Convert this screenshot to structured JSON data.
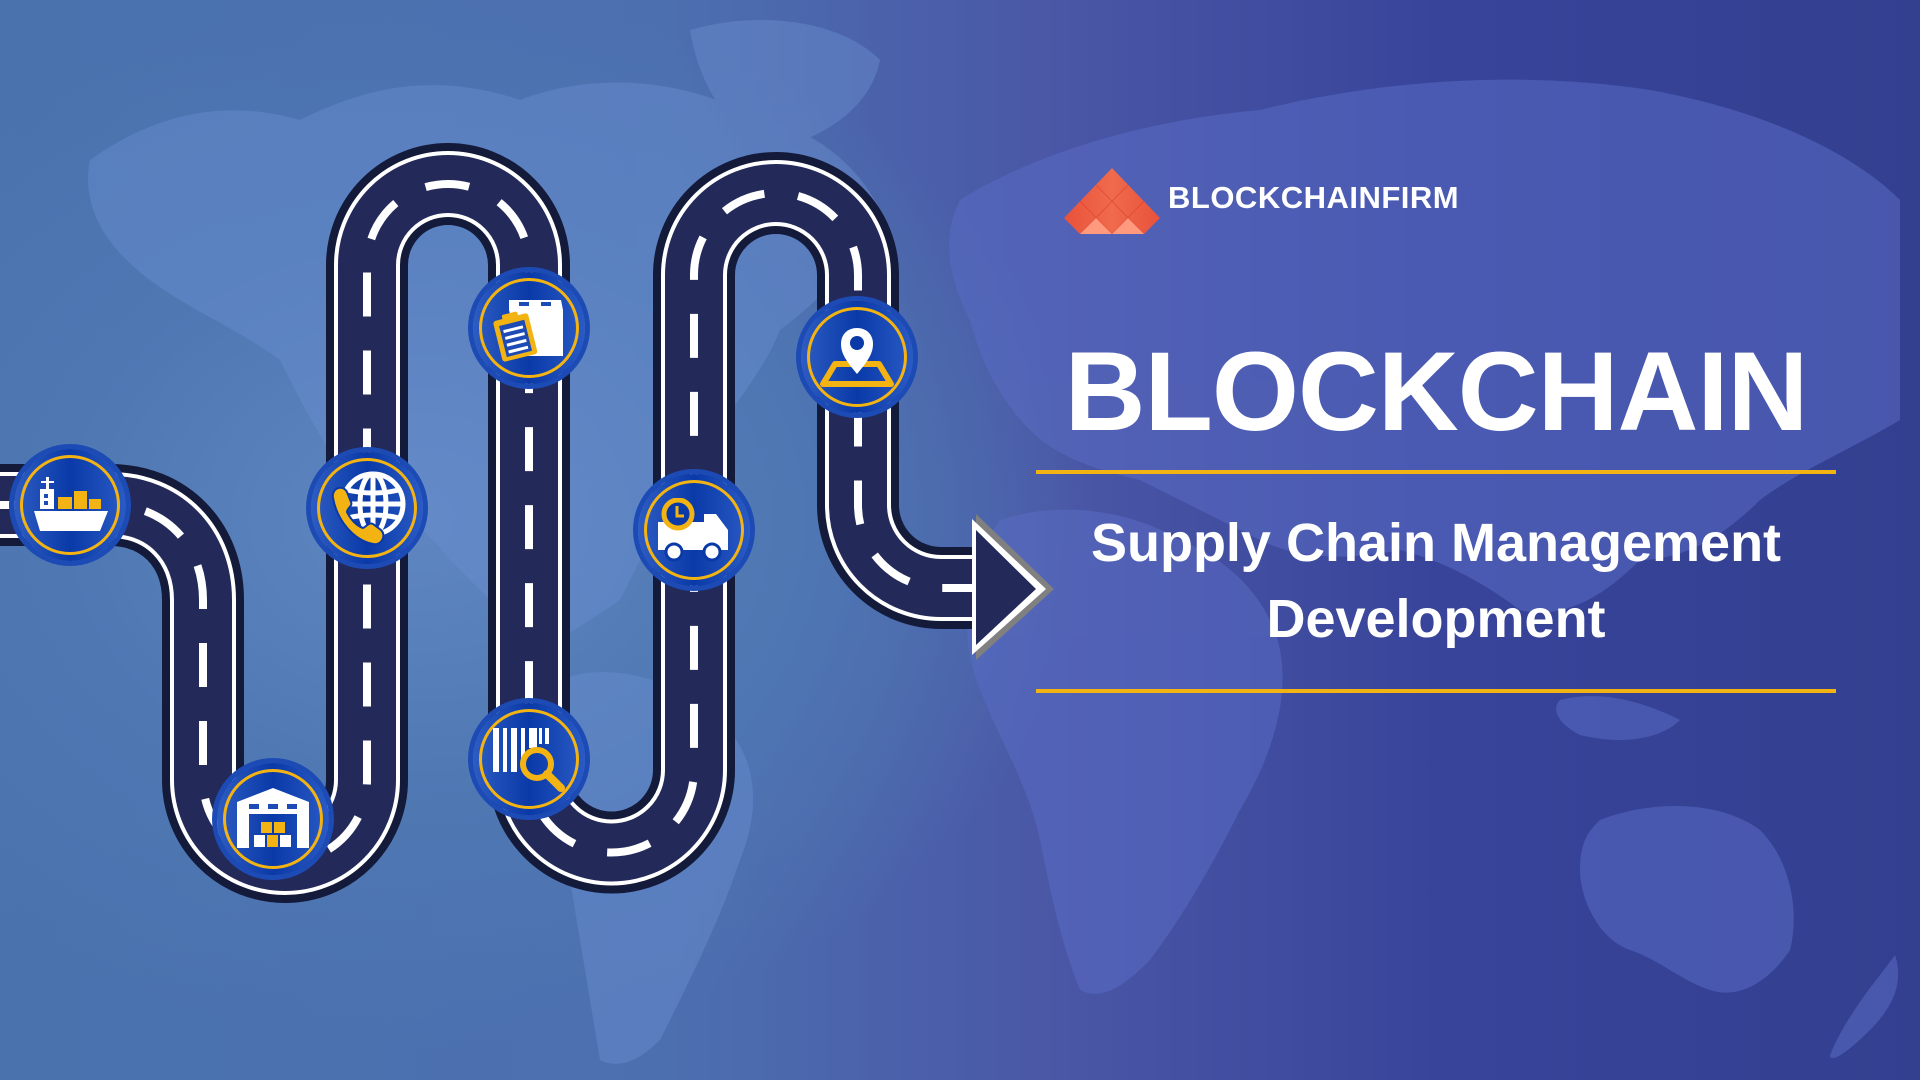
{
  "brand": {
    "name": "BLOCKCHAINFIRM",
    "logo_icon": "pyramid-diamond-grid-icon",
    "logo_colors": [
      "#e8523a",
      "#f47a5e",
      "#ff9a7e"
    ]
  },
  "headline": {
    "title": "BLOCKCHAIN",
    "subtitle_line1": "Supply Chain Management",
    "subtitle_line2": "Development"
  },
  "colors": {
    "accent_rule": "#f2b313",
    "road": "#232a5a",
    "road_edge": "#141a3a",
    "node_fill": "#0a3aa8",
    "node_ring": "#f2b313",
    "bg_left": "#5a82bd",
    "bg_right": "#333f8f"
  },
  "roadmap": {
    "steps": [
      {
        "id": "shipping",
        "icon": "cargo-ship-icon"
      },
      {
        "id": "warehouse",
        "icon": "warehouse-icon"
      },
      {
        "id": "global-communication",
        "icon": "globe-phone-icon"
      },
      {
        "id": "order-packaging",
        "icon": "box-clipboard-icon"
      },
      {
        "id": "barcode-tracking",
        "icon": "barcode-search-icon"
      },
      {
        "id": "timed-delivery",
        "icon": "delivery-truck-clock-icon"
      },
      {
        "id": "location-destination",
        "icon": "map-pin-icon"
      }
    ],
    "end": "arrow-right-icon"
  }
}
